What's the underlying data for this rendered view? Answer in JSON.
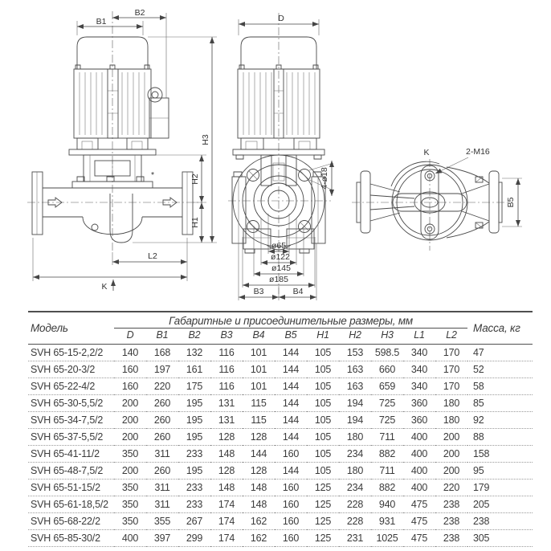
{
  "drawing": {
    "labels": {
      "b1": "B1",
      "b2": "B2",
      "h1": "H1",
      "h2": "H2",
      "h3": "H3",
      "l2": "L2",
      "k_side": "K",
      "asterisk": "*",
      "d": "D",
      "holes": "4-ø18",
      "dia65": "ø65",
      "dia122": "ø122",
      "dia145": "ø145",
      "dia185": "ø185",
      "b3": "B3",
      "b4": "B4",
      "k_top": "K",
      "m16": "2-M16",
      "b5": "B5"
    }
  },
  "table": {
    "model_header": "Модель",
    "group_header": "Габаритные и присоединительные размеры, мм",
    "mass_header": "Масса, кг",
    "columns": [
      "D",
      "B1",
      "B2",
      "B3",
      "B4",
      "B5",
      "H1",
      "H2",
      "H3",
      "L1",
      "L2"
    ],
    "rows": [
      {
        "model": "SVH 65-15-2,2/2",
        "values": [
          140,
          168,
          132,
          116,
          101,
          144,
          105,
          153,
          "598.5",
          340,
          170
        ],
        "mass": 47
      },
      {
        "model": "SVH 65-20-3/2",
        "values": [
          160,
          197,
          161,
          116,
          101,
          144,
          105,
          163,
          660,
          340,
          170
        ],
        "mass": 52
      },
      {
        "model": "SVH 65-22-4/2",
        "values": [
          160,
          220,
          175,
          116,
          101,
          144,
          105,
          163,
          659,
          340,
          170
        ],
        "mass": 58
      },
      {
        "model": "SVH 65-30-5,5/2",
        "values": [
          200,
          260,
          195,
          131,
          115,
          144,
          105,
          194,
          725,
          360,
          180
        ],
        "mass": 85
      },
      {
        "model": "SVH 65-34-7,5/2",
        "values": [
          200,
          260,
          195,
          131,
          115,
          144,
          105,
          194,
          725,
          360,
          180
        ],
        "mass": 92
      },
      {
        "model": "SVH 65-37-5,5/2",
        "values": [
          200,
          260,
          195,
          128,
          128,
          144,
          105,
          180,
          711,
          400,
          200
        ],
        "mass": 88
      },
      {
        "model": "SVH 65-41-11/2",
        "values": [
          350,
          311,
          233,
          148,
          144,
          160,
          105,
          234,
          882,
          400,
          200
        ],
        "mass": 158
      },
      {
        "model": "SVH 65-48-7,5/2",
        "values": [
          200,
          260,
          195,
          128,
          128,
          144,
          105,
          180,
          711,
          400,
          200
        ],
        "mass": 95
      },
      {
        "model": "SVH 65-51-15/2",
        "values": [
          350,
          311,
          233,
          148,
          148,
          160,
          125,
          234,
          882,
          400,
          220
        ],
        "mass": 179
      },
      {
        "model": "SVH 65-61-18,5/2",
        "values": [
          350,
          311,
          233,
          174,
          148,
          160,
          125,
          228,
          940,
          475,
          238
        ],
        "mass": 205
      },
      {
        "model": "SVH 65-68-22/2",
        "values": [
          350,
          355,
          267,
          174,
          162,
          160,
          125,
          228,
          931,
          475,
          238
        ],
        "mass": 238
      },
      {
        "model": "SVH 65-85-30/2",
        "values": [
          400,
          397,
          299,
          174,
          162,
          160,
          125,
          231,
          1025,
          475,
          238
        ],
        "mass": 305
      }
    ]
  }
}
